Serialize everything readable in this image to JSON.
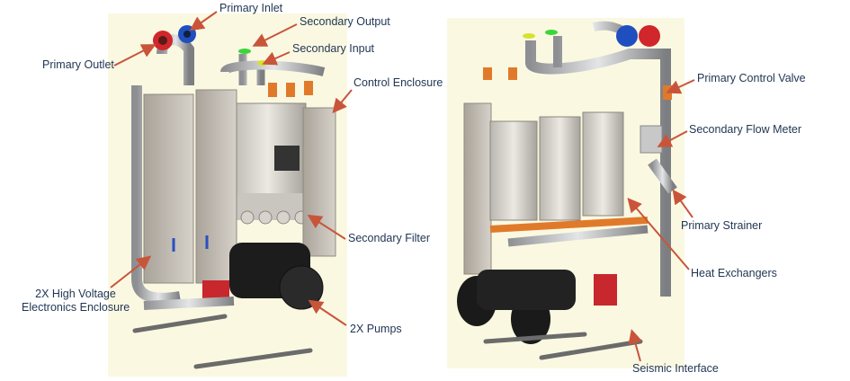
{
  "colors": {
    "label_text": "#1f3552",
    "arrow": "#c8553a",
    "panel_bg": "#fbf8e2"
  },
  "left_view": {
    "labels": {
      "primary_inlet": "Primary Inlet",
      "secondary_output": "Secondary Output",
      "secondary_input": "Secondary Input",
      "primary_outlet": "Primary Outlet",
      "control_enclosure": "Control Enclosure",
      "secondary_filter": "Secondary Filter",
      "hv_enclosure_line1": "2X High Voltage",
      "hv_enclosure_line2": "Electronics Enclosure",
      "pumps": "2X Pumps"
    }
  },
  "right_view": {
    "labels": {
      "primary_control_valve": "Primary Control Valve",
      "secondary_flow_meter": "Secondary Flow Meter",
      "primary_strainer": "Primary Strainer",
      "heat_exchangers": "Heat Exchangers",
      "seismic_interface": "Seismic Interface"
    }
  }
}
